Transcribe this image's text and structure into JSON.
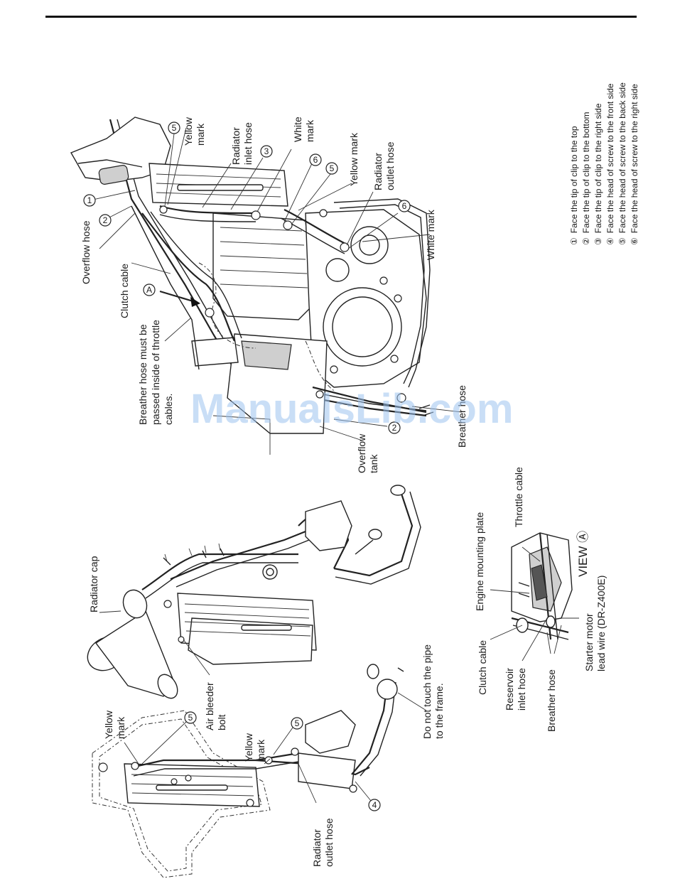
{
  "legend": {
    "items": [
      {
        "num": "①",
        "text": "Face the tip of clip to the top"
      },
      {
        "num": "②",
        "text": "Face the tip of clip to the bottom"
      },
      {
        "num": "③",
        "text": "Face the tip of clip to the right side"
      },
      {
        "num": "④",
        "text": "Face the head of screw to the front side"
      },
      {
        "num": "⑤",
        "text": "Face the head of screw to the back side"
      },
      {
        "num": "⑥",
        "text": "Face the head of screw to the right side"
      }
    ]
  },
  "labels": {
    "overflow_hose": "Overflow hose",
    "clutch_cable_top": "Clutch cable",
    "breather_note_1": "Breather hose must be",
    "breather_note_2": "passed inside of throttle",
    "breather_note_3": "cables.",
    "yellow": "Yellow",
    "mark": "mark",
    "white": "White",
    "radiator": "Radiator",
    "inlet_hose": "inlet hose",
    "outlet_hose": "outlet hose",
    "yellow_mark": "Yellow mark",
    "white_mark": "White mark",
    "breather_hose": "Breather hose",
    "overflow": "Overflow",
    "tank": "tank",
    "radiator_cap": "Radiator cap",
    "air_bleeder": "Air bleeder",
    "bolt": "bolt",
    "do_not_touch_1": "Do not touch the pipe",
    "do_not_touch_2": "to the frame.",
    "engine_mounting_plate": "Engine mounting plate",
    "throttle_cable": "Throttle cable",
    "clutch_cable": "Clutch cable",
    "reservoir": "Reservoir",
    "view_a": "VIEW Ⓐ",
    "starter_motor": "Starter motor",
    "lead_wire": "lead wire (DR-Z400E)",
    "view_marker": "Ⓐ"
  },
  "callouts": [
    "1",
    "2",
    "3",
    "4",
    "5",
    "6"
  ],
  "watermark": "ManualsLib.com"
}
